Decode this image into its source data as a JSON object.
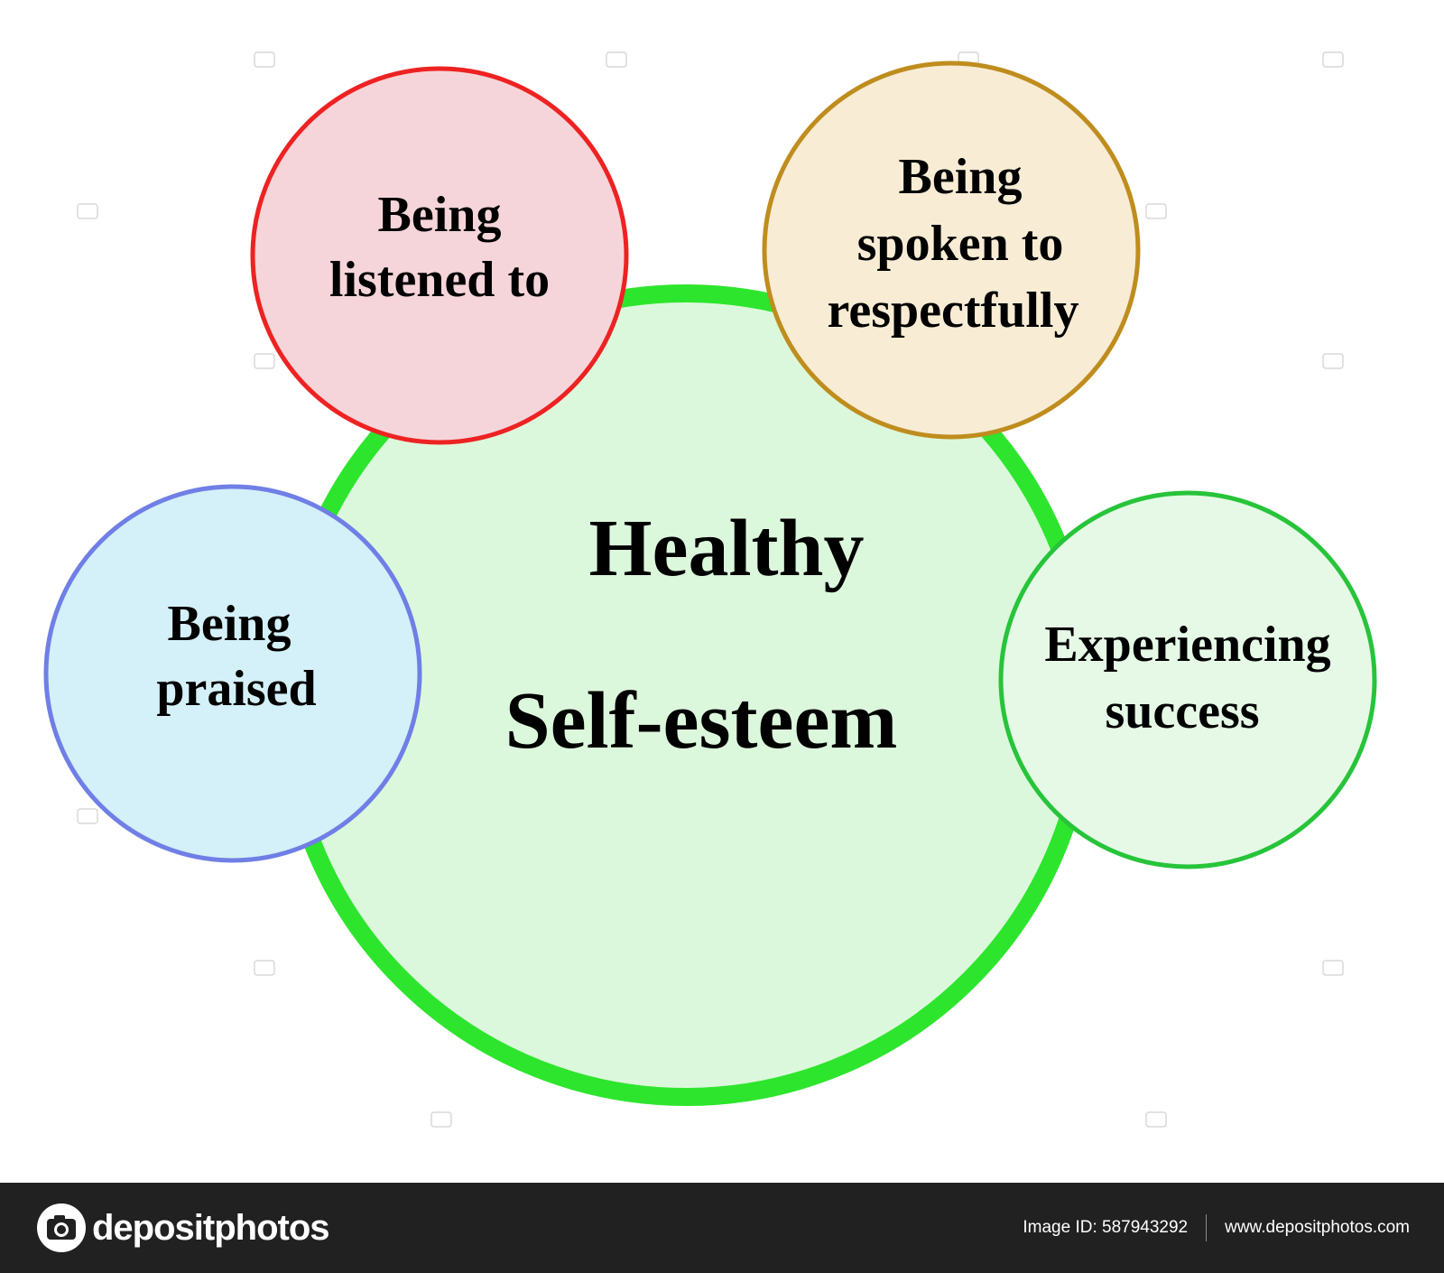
{
  "diagram": {
    "center": {
      "lines": [
        "Healthy",
        "Self-esteem"
      ],
      "fill": "#dcf8dc",
      "stroke": "#2de52d"
    },
    "nodes": [
      {
        "id": "listened",
        "lines": [
          "Being",
          "listened to"
        ],
        "fill": "#f5d5da",
        "stroke": "#ee2222"
      },
      {
        "id": "spoken",
        "lines": [
          "Being",
          "spoken to",
          "respectfully"
        ],
        "fill": "#f8ecd5",
        "stroke": "#bf8d1e"
      },
      {
        "id": "praised",
        "lines": [
          "Being",
          "praised"
        ],
        "fill": "#d4f0f8",
        "stroke": "#6f7fe6"
      },
      {
        "id": "success",
        "lines": [
          "Experiencing",
          "success"
        ],
        "fill": "#e6f9e6",
        "stroke": "#27c43a"
      }
    ]
  },
  "footer": {
    "brand": "depositphotos",
    "image_id": "Image ID: 587943292",
    "website": "www.depositphotos.com",
    "background": "#212121"
  }
}
